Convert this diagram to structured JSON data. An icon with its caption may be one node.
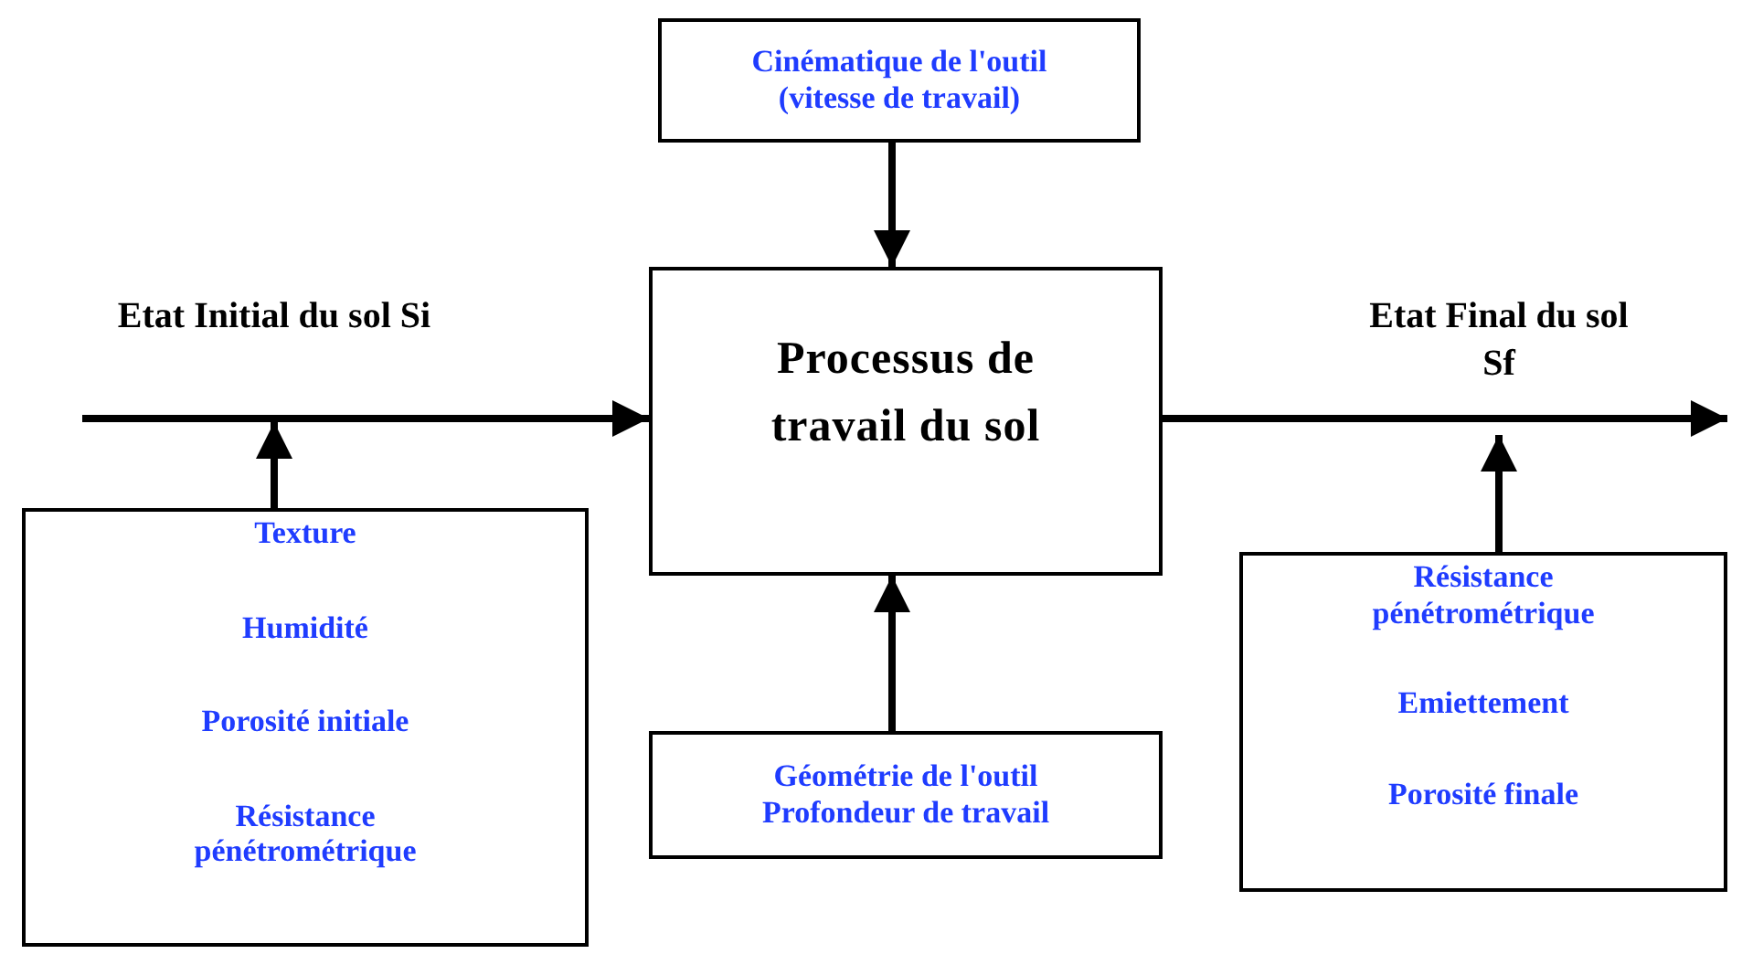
{
  "diagram": {
    "nodes": [
      {
        "text": [
          "Cinématique de l'outil (vitesse de travail)"
        ]
      },
      {
        "text": [
          "Processus de travail du sol"
        ]
      },
      {
        "text": [
          "Géométrie de l'outil",
          "Profondeur de travail"
        ]
      },
      {
        "text": [
          "Texture",
          "Humidité",
          "Porosité initiale",
          "Résistance pénétrométrique"
        ]
      },
      {
        "text": [
          "Résistance pénétrométrique",
          "Emiettement",
          "Porosité finale"
        ]
      }
    ],
    "edges": [
      {
        "from": null,
        "to": 1,
        "arrow": "to",
        "label": "Etat Initial du sol Si"
      },
      {
        "from": 1,
        "to": null,
        "arrow": "to",
        "label": "Etat Final du sol Sf"
      },
      {
        "from": 0,
        "to": 1,
        "arrow": "to"
      },
      {
        "from": 2,
        "to": 1,
        "arrow": "to"
      },
      {
        "from": 3,
        "to": null,
        "arrow": "to"
      },
      {
        "from": 4,
        "to": null,
        "arrow": "to"
      }
    ]
  }
}
